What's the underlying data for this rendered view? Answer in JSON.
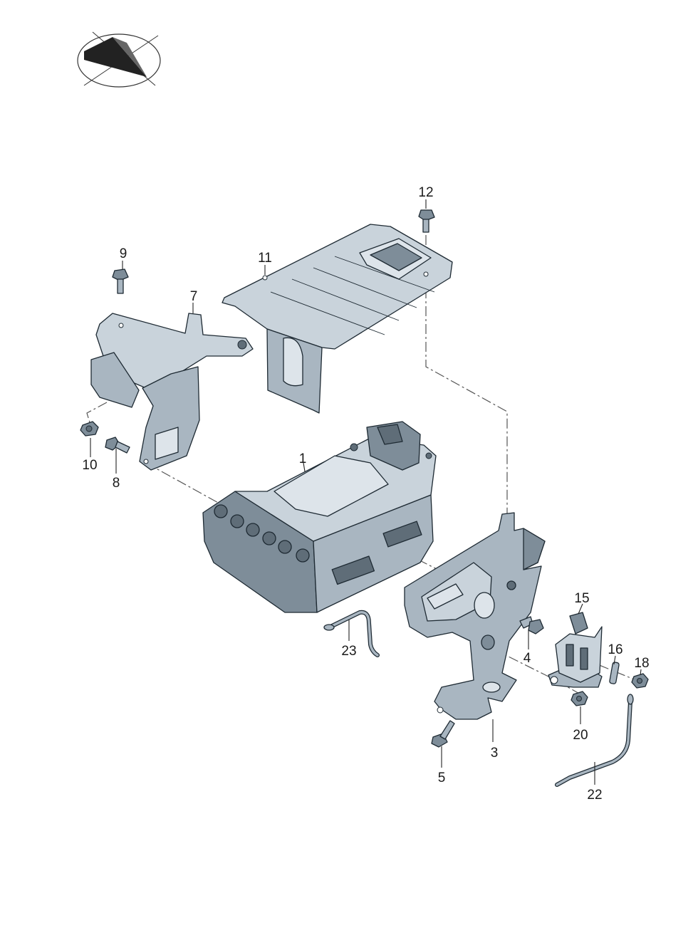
{
  "callouts": [
    {
      "id": "1",
      "label": "1"
    },
    {
      "id": "3",
      "label": "3"
    },
    {
      "id": "4",
      "label": "4"
    },
    {
      "id": "5",
      "label": "5"
    },
    {
      "id": "7",
      "label": "7"
    },
    {
      "id": "8",
      "label": "8"
    },
    {
      "id": "9",
      "label": "9"
    },
    {
      "id": "10",
      "label": "10"
    },
    {
      "id": "11",
      "label": "11"
    },
    {
      "id": "12",
      "label": "12"
    },
    {
      "id": "15",
      "label": "15"
    },
    {
      "id": "16",
      "label": "16"
    },
    {
      "id": "18",
      "label": "18"
    },
    {
      "id": "20",
      "label": "20"
    },
    {
      "id": "22",
      "label": "22"
    },
    {
      "id": "23",
      "label": "23"
    }
  ],
  "colors": {
    "part_light": "#c9d3db",
    "part_mid": "#a9b6c1",
    "part_dark": "#7e8d99",
    "outline": "#1e2a33"
  },
  "icons": {
    "orientation": "vehicle-orientation-icon"
  }
}
